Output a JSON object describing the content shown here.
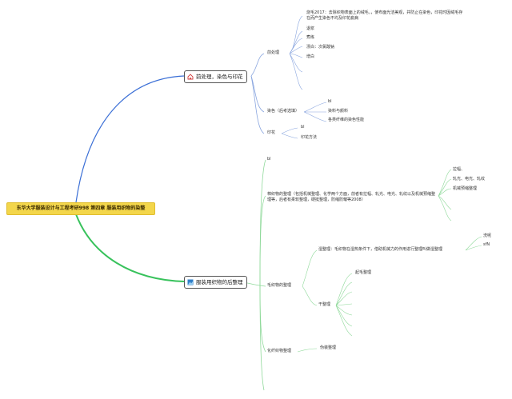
{
  "root": {
    "label": "东华大学服装设计与工程考研998 第四章 服装用织物的染整"
  },
  "branch1": {
    "label": "前处理，染色与印花",
    "icon": "home-icon",
    "pretreat": {
      "label": "前处理",
      "items": [
        "烧毛2017：去除织物表面上的绒毛，，使布面光洁美观，并防止在染色，印花时因绒毛存在而产生染色不均及印花疵病",
        "退浆",
        "煮练",
        "漂白：次氯酸钠",
        "增白"
      ]
    },
    "dyeing": {
      "label": "染色（后考选填）",
      "items": [
        "bl",
        "染料与颜料",
        "各类纤维的染色性能"
      ]
    },
    "printing": {
      "label": "印花",
      "items": [
        "bl",
        "印花方法"
      ]
    }
  },
  "branch2": {
    "label": "服装用织物的后整理",
    "icon": "image-icon",
    "bl": "bl",
    "cotton": {
      "label": "棉织物的整理（包括机械整理、化学两个方面，前者有拉幅、轧光、电光、轧纹以及机械预缩整理等，后者有柔软整理，硬挺整理，防缩防皱等2008）",
      "items": [
        "拉幅、",
        "轧光、电光、轧纹",
        "机械预缩整理"
      ]
    },
    "wool": {
      "label": "毛织物的整理",
      "wet": {
        "label": "湿整理：毛织物在湿热条件下，借助机械力的作用进行整理叫做湿整理",
        "items": [
          "洗呢",
          "sfN"
        ]
      },
      "dry": {
        "label": "干整理",
        "first": "起毛整理"
      }
    },
    "synthetic": {
      "label": "化纤织物整理",
      "item": "伪装整理"
    }
  },
  "colors": {
    "branch1_line": "#3b6fd6",
    "branch2_line": "#38c25c",
    "root_fill": "#f3d64b",
    "leaf_line": "#8fd99a",
    "sub_line": "#8aa6df"
  }
}
